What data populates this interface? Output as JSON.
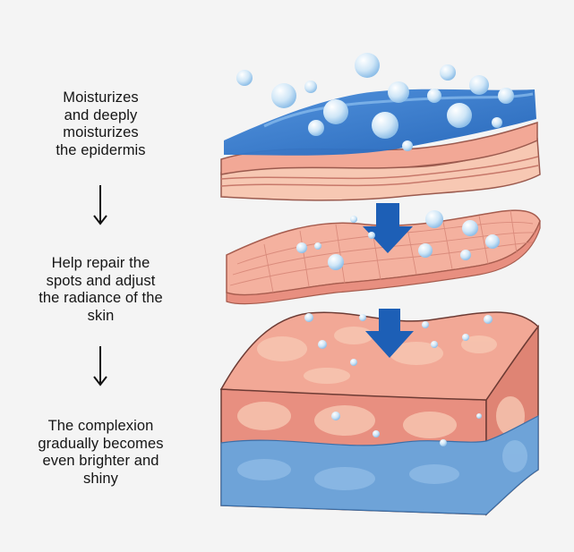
{
  "steps": [
    {
      "text": "Moisturizes\nand deeply\nmoisturizes\nthe epidermis"
    },
    {
      "text": "Help repair the\nspots and adjust\nthe radiance of the\nskin"
    },
    {
      "text": "The complexion\ngradually becomes\neven brighter and\nshiny"
    }
  ],
  "arrow_icon": "down-arrow-icon",
  "colors": {
    "water_dark": "#1f62b8",
    "water_light": "#4c8fdc",
    "skin": "#f2a896",
    "skin_light": "#f7c8b3",
    "dermis": "#e88f80",
    "bubble": "#cfe6f7",
    "flow_arrow": "#1d5fb6",
    "base_blue": "#6ea3d8"
  }
}
